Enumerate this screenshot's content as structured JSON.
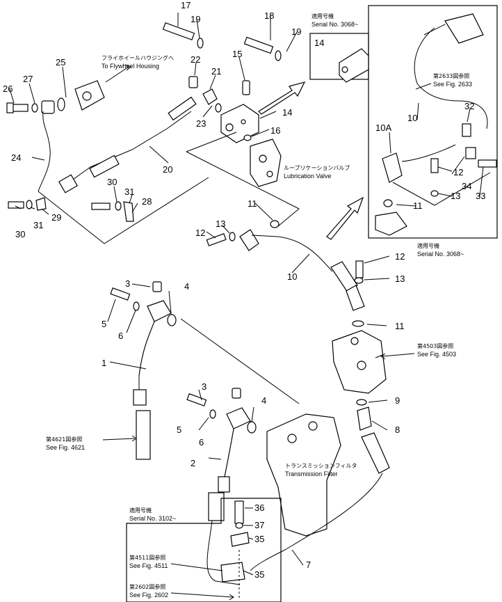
{
  "callouts": {
    "n1": "1",
    "n2": "2",
    "n3a": "3",
    "n3b": "3",
    "n4a": "4",
    "n4b": "4",
    "n5a": "5",
    "n5b": "5",
    "n6a": "6",
    "n6b": "6",
    "n7": "7",
    "n8": "8",
    "n9": "9",
    "n10a": "10",
    "n10b": "10",
    "n10A": "10A",
    "n11a": "11",
    "n11b": "11",
    "n11c": "11",
    "n12a": "12",
    "n12b": "12",
    "n12c": "12",
    "n13a": "13",
    "n13b": "13",
    "n13c": "13",
    "n14a": "14",
    "n14b": "14",
    "n15": "15",
    "n16": "16",
    "n17": "17",
    "n18": "18",
    "n19a": "19",
    "n19b": "19",
    "n20": "20",
    "n21": "21",
    "n22": "22",
    "n23": "23",
    "n24": "24",
    "n25": "25",
    "n26": "26",
    "n27": "27",
    "n28": "28",
    "n29": "29",
    "n30a": "30",
    "n30b": "30",
    "n31a": "31",
    "n31b": "31",
    "n32": "32",
    "n33": "33",
    "n34": "34",
    "n35a": "35",
    "n35b": "35",
    "n36": "36",
    "n37": "37"
  },
  "notes": {
    "flywheel_jp": "フライホイールハウジングへ",
    "flywheel_en": "To Flywheel Housing",
    "serial_3068_jp": "適用号機",
    "serial_3068_en": "Serial No. 3068~",
    "serial_3068b_jp": "適用号機",
    "serial_3068b_en": "Serial No. 3068~",
    "serial_3102_jp": "適用号機",
    "serial_3102_en": "Serial No. 3102~",
    "lube_jp": "ループリケーションバルブ",
    "lube_en": "Lubrication Valve",
    "fig2633_jp": "第2633図参照",
    "fig2633_en": "See Fig. 2633",
    "fig4503_jp": "第4503図参照",
    "fig4503_en": "See Fig. 4503",
    "fig4621_jp": "第4621図参照",
    "fig4621_en": "See Fig. 4621",
    "trans_jp": "トランスミッションフィルタ",
    "trans_en": "Transmission Filter",
    "fig4511_jp": "第4511図参照",
    "fig4511_en": "See Fig. 4511",
    "fig2602_jp": "第2602図参照",
    "fig2602_en": "See Fig. 2602"
  }
}
